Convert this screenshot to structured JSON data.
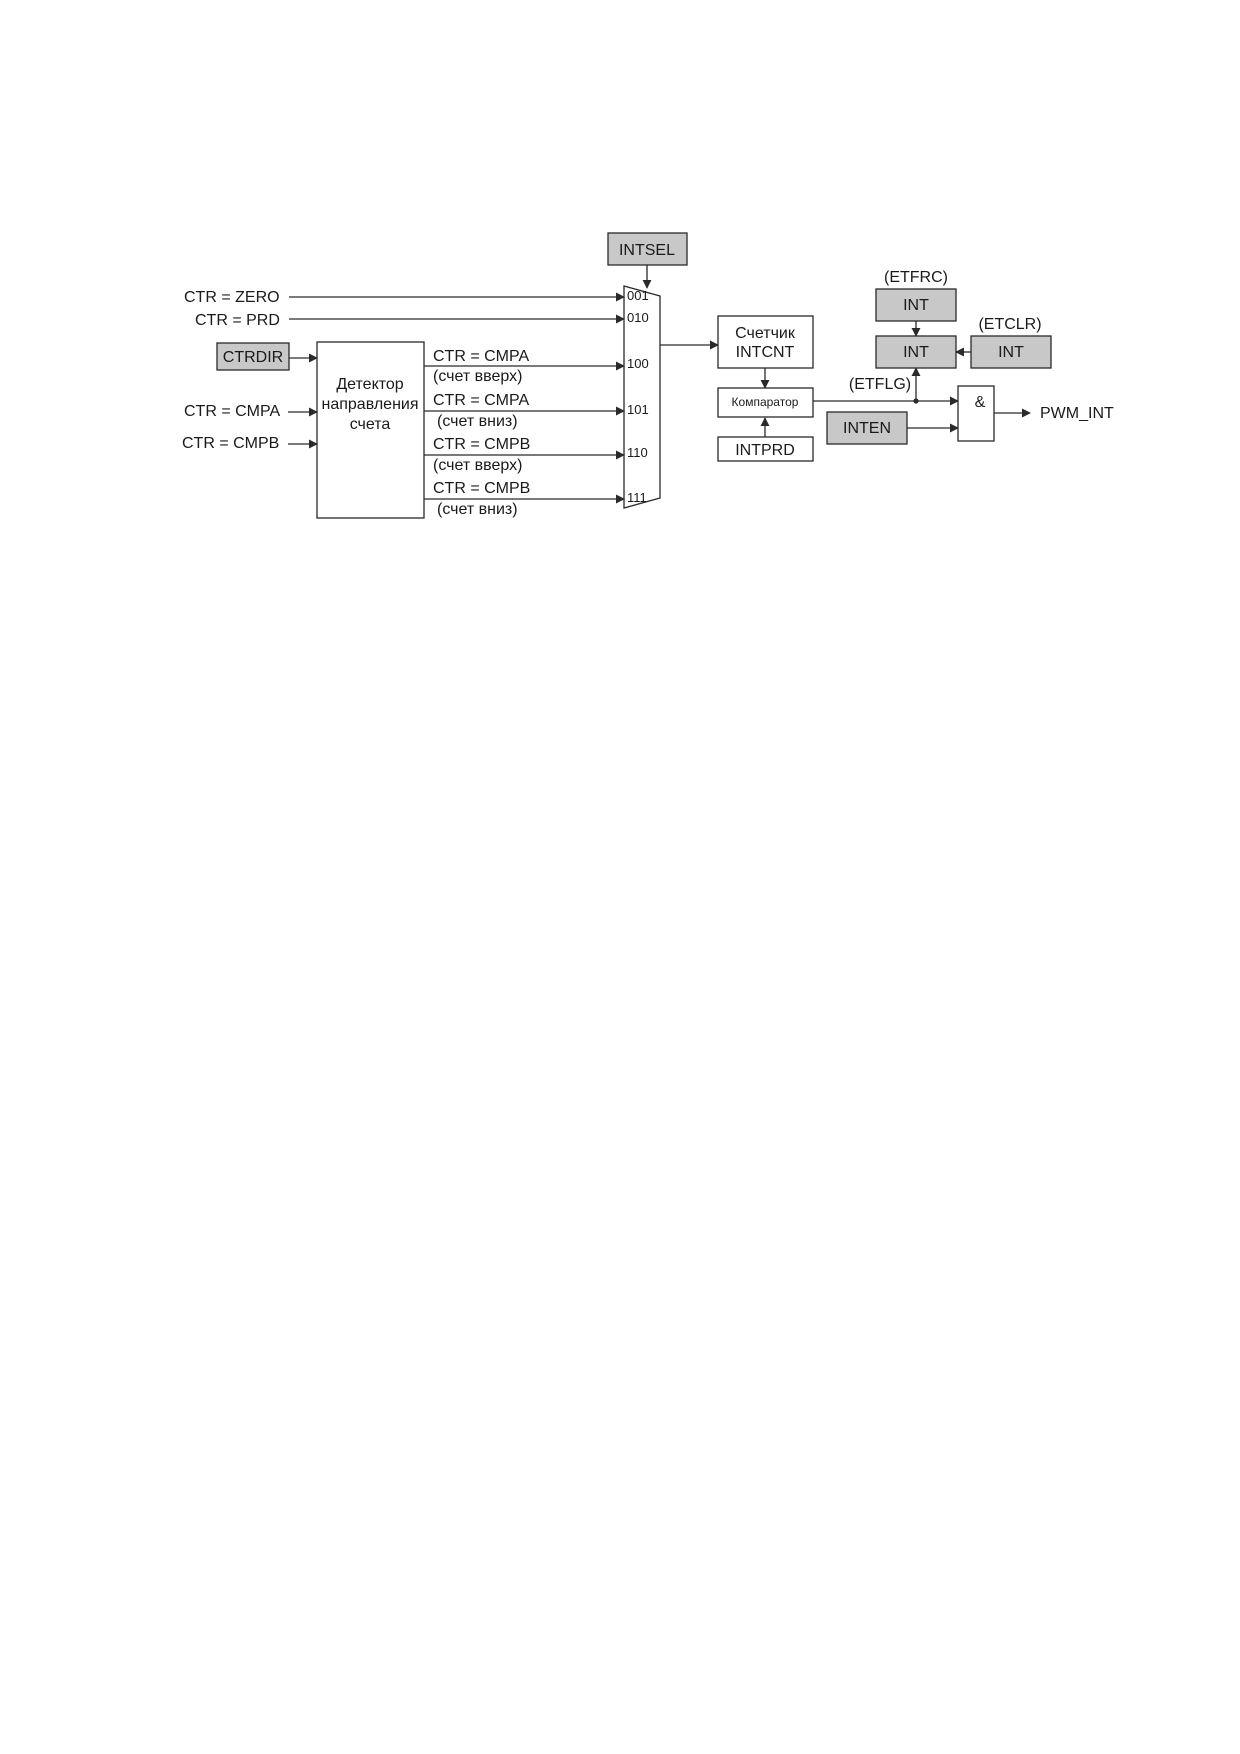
{
  "colors": {
    "register_fill": "#c8c8c8",
    "line": "#2a2a2a",
    "background": "#ffffff"
  },
  "inputs": {
    "ctr_zero": "CTR = ZERO",
    "ctr_prd": "CTR = PRD",
    "ctr_cmpa": "CTR = CMPA",
    "ctr_cmpb": "CTR = CMPB"
  },
  "registers": {
    "intsel": "INTSEL",
    "ctrdir": "CTRDIR",
    "etfrc_int": "INT",
    "etflg_int": "INT",
    "etclr_int": "INT",
    "inten": "INTEN",
    "intprd": "INTPRD"
  },
  "register_labels": {
    "etfrc": "(ETFRC)",
    "etclr": "(ETCLR)",
    "etflg": "(ETFLG)"
  },
  "direction_detector": {
    "line1": "Детектор",
    "line2": "направления",
    "line3": "счета"
  },
  "detector_outputs": [
    {
      "signal": "CTR = CMPA",
      "direction": "(счет вверх)"
    },
    {
      "signal": "CTR = CMPA",
      "direction": "(счет вниз)"
    },
    {
      "signal": "CTR = CMPB",
      "direction": "(счет вверх)"
    },
    {
      "signal": "CTR = CMPB",
      "direction": "(счет вниз)"
    }
  ],
  "mux_codes": [
    "001",
    "010",
    "100",
    "101",
    "110",
    "111"
  ],
  "counter": {
    "line1": "Счетчик",
    "line2": "INTCNT"
  },
  "comparator": "Компаратор",
  "and_gate": "&",
  "output": "PWM_INT"
}
